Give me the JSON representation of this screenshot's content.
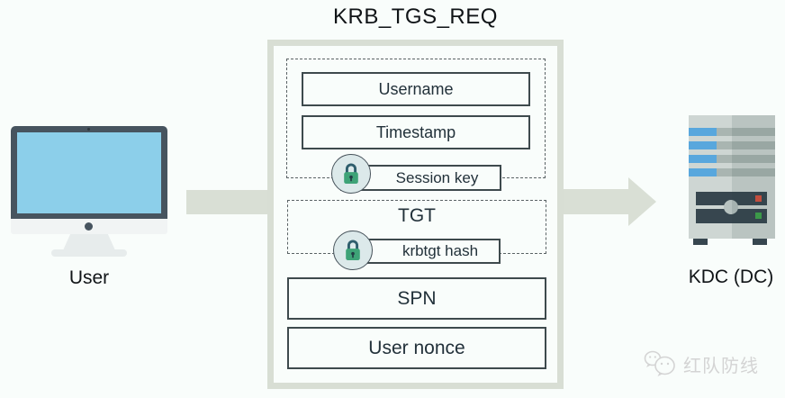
{
  "title": "KRB_TGS_REQ",
  "nodes": {
    "user": {
      "label": "User",
      "icon": "desktop-monitor-icon"
    },
    "kdc": {
      "label": "KDC (DC)",
      "icon": "server-tower-icon"
    }
  },
  "message": {
    "username": "Username",
    "timestamp": "Timestamp",
    "session_key": "Session key",
    "tgt": "TGT",
    "krbtgt_hash": "krbtgt hash",
    "spn": "SPN",
    "user_nonce": "User nonce"
  },
  "icons": {
    "encryption": "padlock-icon",
    "watermark": "wechat-bubbles-icon"
  },
  "watermark": {
    "text": "红队防线"
  },
  "colors": {
    "background": "#f9fdfb",
    "frame_and_arrows": "#d8ded4",
    "box_border": "#3e4a4d",
    "lock_green": "#3ea377",
    "lock_shackle": "#2f5e6d",
    "lock_circle_bg": "#dce9ea",
    "monitor_frame": "#47545f",
    "monitor_screen_blue": "#8ccfea",
    "server_body": "#ced6d3",
    "server_slot_blue": "#58a7dd",
    "led_red": "#d8503e",
    "led_green": "#3fa64a",
    "watermark_gray": "#d4d4d4"
  }
}
